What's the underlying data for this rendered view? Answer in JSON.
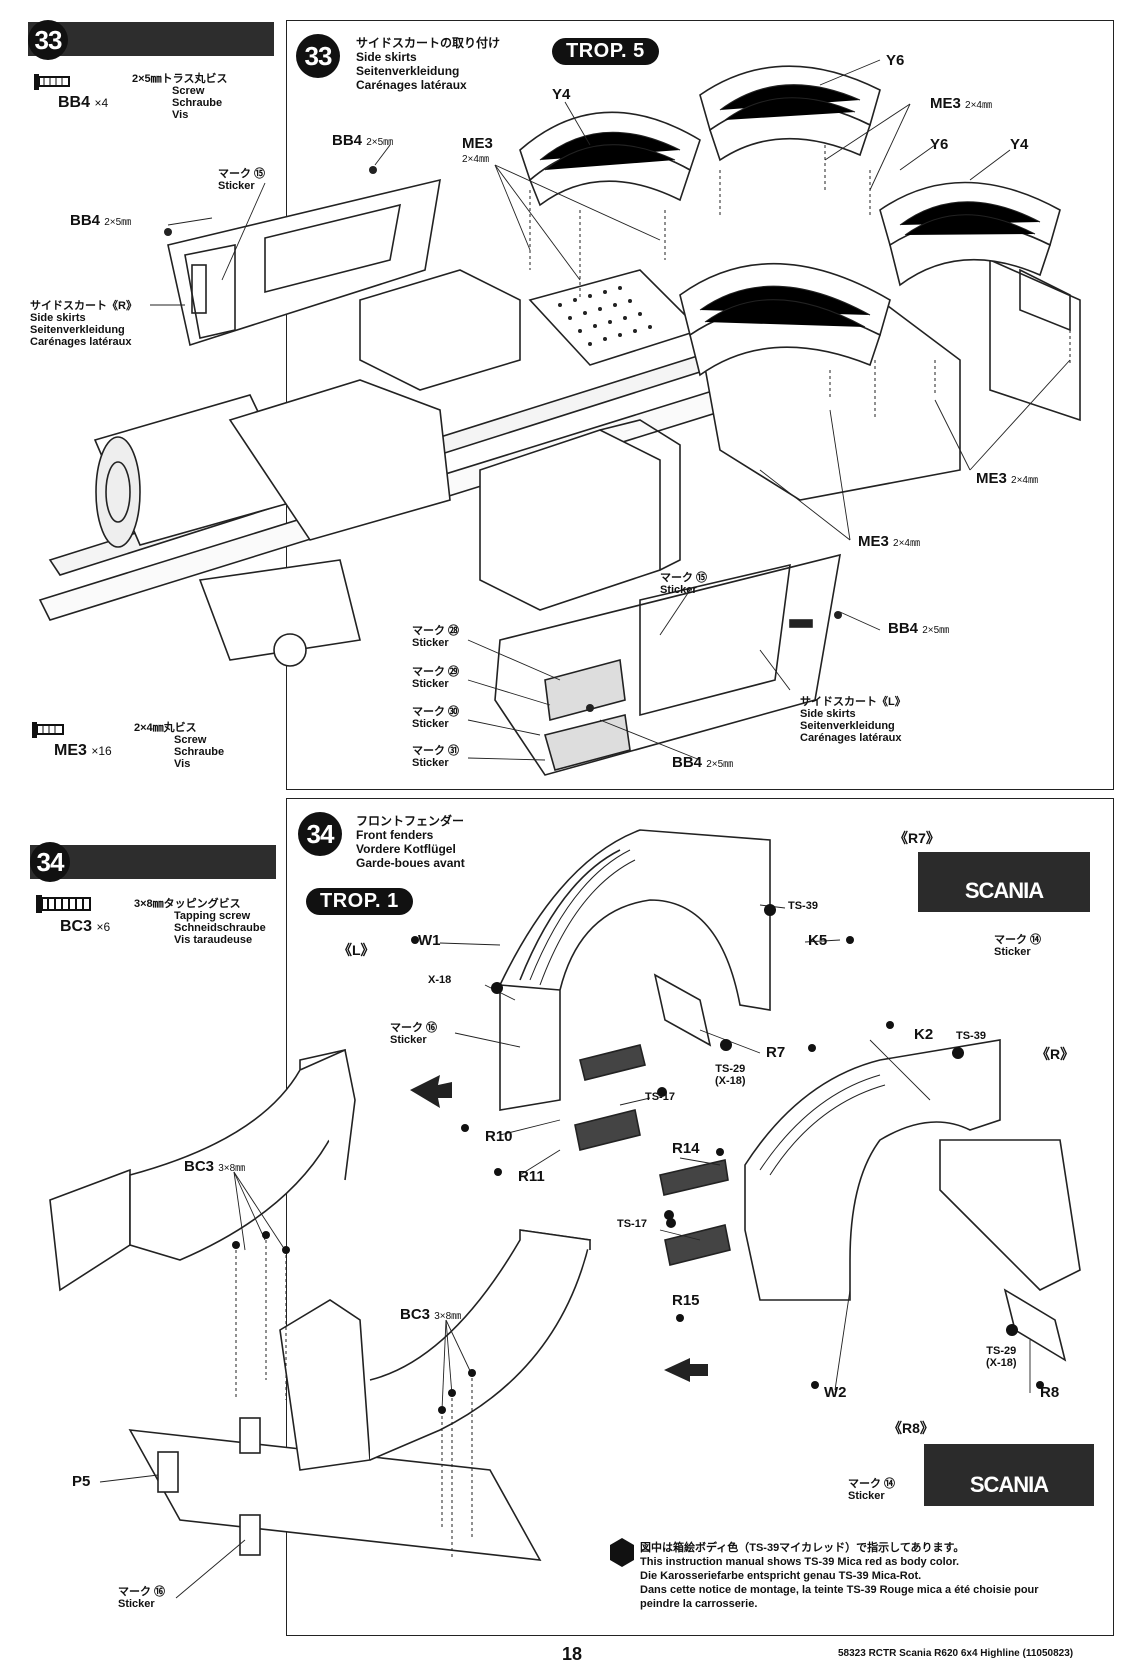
{
  "page": {
    "number": "18",
    "footer": "58323 RCTR Scania R620 6x4 Highline (11050823)"
  },
  "step33": {
    "number": "33",
    "title_jp": "サイドスカートの取り付け",
    "title_en": "Side skirts",
    "title_de": "Seitenverkleidung",
    "title_fr": "Carénages latéraux",
    "trop": "TROP. 5",
    "parts": [
      {
        "code": "BB4",
        "qty": "×4",
        "size_jp": "2×5㎜トラス丸ビス",
        "en": "Screw",
        "de": "Schraube",
        "fr": "Vis"
      },
      {
        "code": "ME3",
        "qty": "×16",
        "size_jp": "2×4㎜丸ビス",
        "en": "Screw",
        "de": "Schraube",
        "fr": "Vis"
      }
    ],
    "callouts": {
      "bb4": "BB4",
      "bb4_size": "2×5㎜",
      "me3": "ME3",
      "me3_size": "2×4㎜",
      "y4": "Y4",
      "y6": "Y6",
      "sticker_jp_15": "マーク ⑮",
      "sticker_jp_28": "マーク ㉘",
      "sticker_jp_29": "マーク ㉙",
      "sticker_jp_30": "マーク ㉚",
      "sticker_jp_31": "マーク ㉛",
      "sticker": "Sticker",
      "skirt_r_jp": "サイドスカート《R》",
      "skirt_l_jp": "サイドスカート《L》",
      "skirt_en": "Side skirts",
      "skirt_de": "Seitenverkleidung",
      "skirt_fr": "Carénages latéraux"
    }
  },
  "step34": {
    "number": "34",
    "title_jp": "フロントフェンダー",
    "title_en": "Front fenders",
    "title_de": "Vordere Kotflügel",
    "title_fr": "Garde-boues avant",
    "trop": "TROP. 1",
    "parts": [
      {
        "code": "BC3",
        "qty": "×6",
        "size_jp": "3×8㎜タッピングビス",
        "en": "Tapping screw",
        "de": "Schneidschraube",
        "fr": "Vis taraudeuse"
      }
    ],
    "callouts": {
      "l_side": "《L》",
      "r_side": "《R》",
      "r7_ref": "《R7》",
      "r8_ref": "《R8》",
      "w1": "W1",
      "w2": "W2",
      "x18": "X-18",
      "ts39": "TS-39",
      "ts29": "TS-29",
      "ts29_sub": "(X-18)",
      "ts17": "TS-17",
      "k5": "K5",
      "k2": "K2",
      "r7": "R7",
      "r8": "R8",
      "r10": "R10",
      "r11": "R11",
      "r14": "R14",
      "r15": "R15",
      "bc3": "BC3",
      "bc3_size": "3×8㎜",
      "p5": "P5",
      "sticker_jp_14": "マーク ⑭",
      "sticker_jp_16": "マーク ⑯",
      "sticker": "Sticker",
      "scania": "SCANIA"
    },
    "note": {
      "jp": "図中は箱絵ボディ色（TS-39マイカレッド）で指示してあります。",
      "en": "This instruction manual shows TS-39 Mica red as body color.",
      "de": "Die Karosseriefarbe entspricht genau TS-39 Mica-Rot.",
      "fr": "Dans cette notice de montage, la teinte TS-39 Rouge mica a été choisie pour peindre la carrosserie."
    }
  }
}
